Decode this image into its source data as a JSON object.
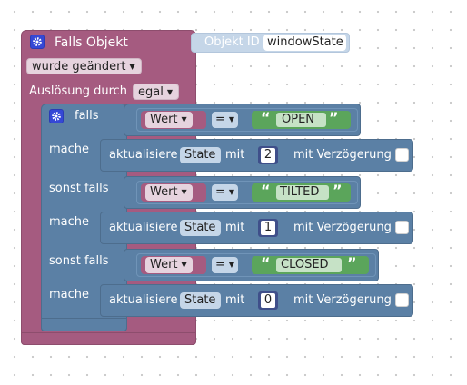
{
  "event_block": {
    "title": "Falls Objekt",
    "object_label": "Objekt ID",
    "object_value": "windowState",
    "change_dropdown": "wurde geändert",
    "trigger_label": "Auslösung durch",
    "trigger_dropdown": "egal"
  },
  "if_block": {
    "if_label": "falls",
    "do_label": "mache",
    "elseif_label": "sonst falls",
    "branches": [
      {
        "compare_left": "Wert",
        "operator": "=",
        "string_value": "OPEN",
        "action_label": "aktualisiere",
        "state_label": "State",
        "with_label": "mit",
        "number_value": "2",
        "delay_label": "mit Verzögerung"
      },
      {
        "compare_left": "Wert",
        "operator": "=",
        "string_value": "TILTED",
        "action_label": "aktualisiere",
        "state_label": "State",
        "with_label": "mit",
        "number_value": "1",
        "delay_label": "mit Verzögerung"
      },
      {
        "compare_left": "Wert",
        "operator": "=",
        "string_value": "CLOSED",
        "action_label": "aktualisiere",
        "state_label": "State",
        "with_label": "mit",
        "number_value": "0",
        "delay_label": "mit Verzögerung"
      }
    ]
  },
  "quote_open": "“",
  "quote_close": "”",
  "colors": {
    "event": "#a55b80",
    "logic": "#5b80a5",
    "compare": "#5b80a5",
    "string": "#5ba55b",
    "wert": "#a55b80",
    "number": "#3f4f8a",
    "action": "#5b80a5",
    "gear": "#3548d6"
  }
}
